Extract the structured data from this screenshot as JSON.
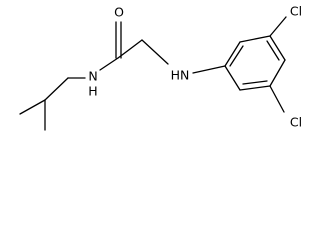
{
  "molecule": {
    "atom_labels": {
      "oxygen": "O",
      "amide_nh": "N",
      "amide_h": "H",
      "amine_nh": "HN",
      "chlorine_top": "Cl",
      "chlorine_bottom": "Cl"
    },
    "bond_color": "#000000",
    "background_color": "#ffffff"
  }
}
